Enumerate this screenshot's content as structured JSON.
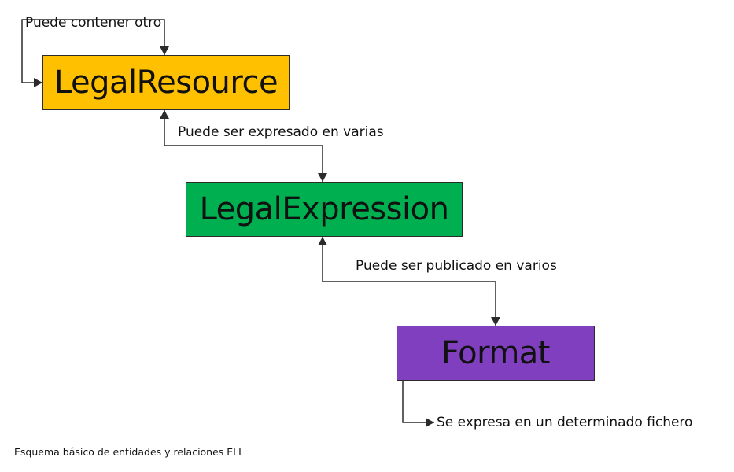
{
  "diagram": {
    "nodes": [
      {
        "id": "legal_resource",
        "label": "LegalResource",
        "color": "#FFC000"
      },
      {
        "id": "legal_expression",
        "label": "LegalExpression",
        "color": "#00B050"
      },
      {
        "id": "format",
        "label": "Format",
        "color": "#7F3FBF"
      }
    ],
    "edges": [
      {
        "from": "legal_resource",
        "to": "legal_resource",
        "label": "Puede contener otro"
      },
      {
        "from": "legal_resource",
        "to": "legal_expression",
        "label": "Puede ser expresado en varias"
      },
      {
        "from": "legal_expression",
        "to": "format",
        "label": "Puede ser publicado en varios"
      },
      {
        "from": "format",
        "to": "file",
        "label": "Se expresa en un determinado fichero"
      }
    ],
    "caption": "Esquema básico de entidades y relaciones ELI",
    "colors": {
      "line": "#2b2b2b",
      "border": "#2b2b2b",
      "text": "#111111"
    }
  }
}
